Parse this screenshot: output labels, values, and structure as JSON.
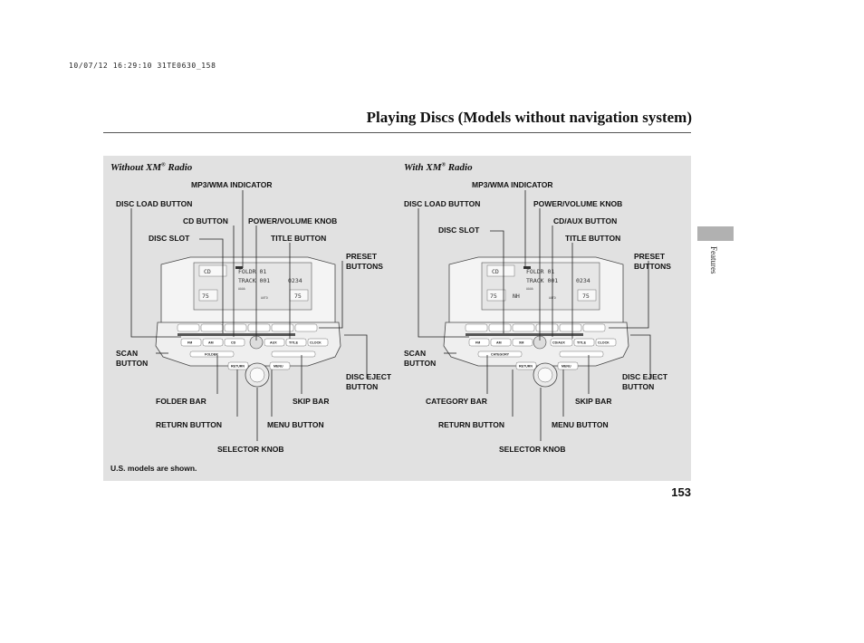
{
  "header": {
    "stamp": "10/07/12 16:29:10 31TE0630_158",
    "title": "Playing Discs (Models without navigation system)"
  },
  "side_tab": {
    "label": "Features"
  },
  "page_number": "153",
  "footnote": "U.S. models are shown.",
  "left_diagram": {
    "title": "Without XM",
    "title_mark": "®",
    "title_suffix": " Radio",
    "labels": {
      "mp3_wma_indicator": "MP3/WMA INDICATOR",
      "disc_load_button": "DISC LOAD BUTTON",
      "cd_button": "CD BUTTON",
      "power_volume_knob": "POWER/VOLUME KNOB",
      "disc_slot": "DISC SLOT",
      "title_button": "TITLE BUTTON",
      "preset_buttons": "PRESET\nBUTTONS",
      "scan_button": "SCAN\nBUTTON",
      "disc_eject_button": "DISC EJECT\nBUTTON",
      "folder_bar": "FOLDER BAR",
      "skip_bar": "SKIP BAR",
      "return_button": "RETURN BUTTON",
      "menu_button": "MENU BUTTON",
      "selector_knob": "SELECTOR KNOB"
    },
    "display": {
      "line1": "FOLDR 01",
      "line2": "TRACK 001",
      "line3": "AAAA",
      "time": "0234",
      "mode": "CD",
      "temp_left": "75",
      "temp_right": "75",
      "auto": "AUTO"
    },
    "buttons": [
      "FM",
      "AM",
      "CD",
      "AUX",
      "TITLE",
      "CLOCK",
      "RETURN",
      "MENU",
      "FOLDER"
    ]
  },
  "right_diagram": {
    "title": "With XM",
    "title_mark": "®",
    "title_suffix": " Radio",
    "labels": {
      "mp3_wma_indicator": "MP3/WMA INDICATOR",
      "disc_load_button": "DISC LOAD BUTTON",
      "power_volume_knob": "POWER/VOLUME KNOB",
      "disc_slot": "DISC SLOT",
      "cd_aux_button": "CD/AUX BUTTON",
      "title_button": "TITLE BUTTON",
      "preset_buttons": "PRESET\nBUTTONS",
      "scan_button": "SCAN\nBUTTON",
      "disc_eject_button": "DISC EJECT\nBUTTON",
      "category_bar": "CATEGORY BAR",
      "skip_bar": "SKIP BAR",
      "return_button": "RETURN BUTTON",
      "menu_button": "MENU BUTTON",
      "selector_knob": "SELECTOR KNOB"
    },
    "display": {
      "line1": "FOLDR 01",
      "line2": "TRACK 001",
      "line3": "AAAA",
      "time": "0234",
      "mode": "CD",
      "temp_left": "75",
      "temp_right": "75",
      "auto": "AUTO",
      "temp_mid": "NH"
    },
    "buttons": [
      "FM",
      "AM",
      "XM",
      "CD/AUX",
      "TITLE",
      "CLOCK",
      "RETURN",
      "MENU",
      "CATEGORY"
    ]
  }
}
